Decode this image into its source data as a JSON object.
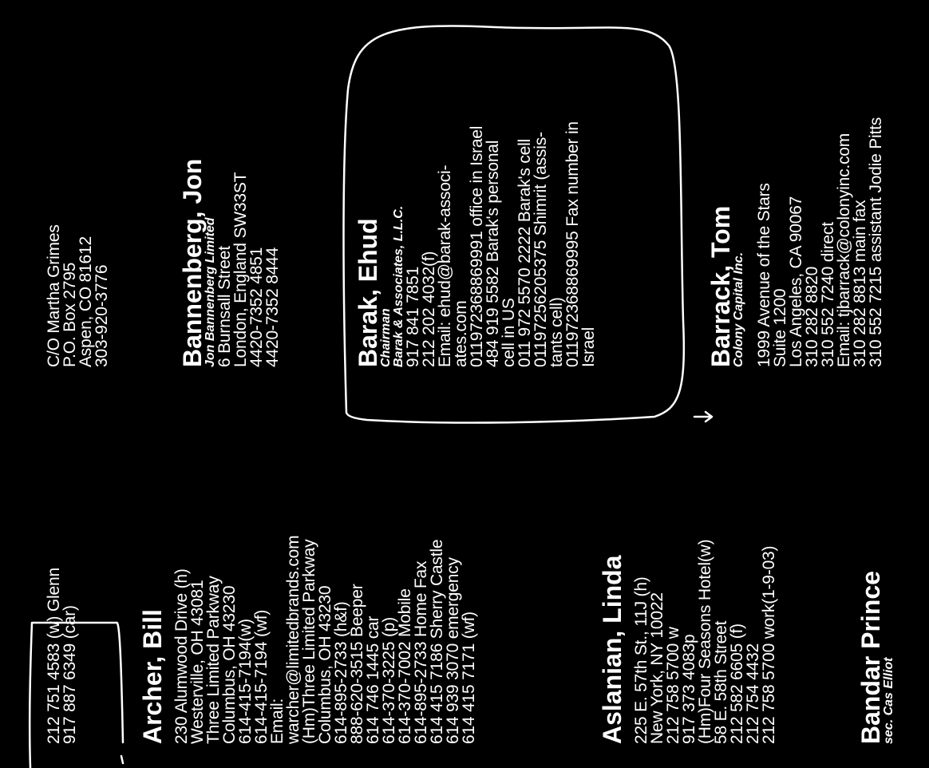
{
  "col1": {
    "top_lines": [
      "212 751 4583 (w) Glenn",
      "917 887 6349 (car)"
    ],
    "archer": {
      "name": "Archer, Bill",
      "lines": [
        "230 Alumwood Drive (h)",
        "Westerville, OH 43081",
        "Three Limited Parkway",
        "Columbus, OH 43230",
        "614-415-7194(w)",
        "614-415-7194 (wf)",
        "Email:",
        "warcher@limitedbrands.com",
        "(Hm)Three Limited Parkway",
        "Columbus, OH 43230",
        "614-895-2733 (h&f)",
        "888-620-3515 Beeper",
        "614 746 1445 car",
        "614-370-3225 (p)",
        "614-370-7002 Mobile",
        "614-895-2733 Home Fax",
        "614 415 7186 Sherry Castle",
        "614 939 3070 emergency",
        "614 415 7171 (wf)"
      ]
    },
    "aslanian": {
      "name": "Aslanian, Linda",
      "lines": [
        "225 E. 57th St., 11J (h)",
        "New York, NY 10022",
        "212 758 5700 w",
        "917 373 4083p",
        "(Hm)Four Seasons Hotel(w)",
        "58 E. 58th Street",
        "212 582 6605 (f)",
        "212 754 4432",
        "212 758 5700 work(1-9-03)"
      ]
    },
    "bandar": {
      "name": "Bandar Prince",
      "sub": "sec. Cas Elliot"
    }
  },
  "col2": {
    "top_lines": [
      "C/O Martha Grimes",
      "P.O. Box 2795",
      "Aspen, CO 81612",
      "303-920-3776"
    ],
    "bannenberg": {
      "name": "Bannenberg, Jon",
      "sub": "Jon Bannenberg Limited",
      "lines": [
        "6 Burnsall Street",
        "London, England SW33ST",
        "4420-7352 4851",
        "4420-7352 8444"
      ]
    },
    "barak": {
      "name": "Barak, Ehud",
      "sub1": "Chairman",
      "sub2": "Barak & Associates, L.L.C.",
      "lines": [
        "917 841 7851",
        "212 202 4032(f)",
        "Email: ehud@barak-associ-",
        "ates.com",
        "011972368869991 office in Israel",
        "484 919 5582 Barak's personal",
        "cell in US",
        "011 972 5570 2222 Barak's cell",
        "011972562053​75 Shimrit (assis-",
        "tants cell)",
        "011972368869995 Fax number in",
        "Israel"
      ]
    },
    "barrack": {
      "name": "Barrack, Tom",
      "sub": "Colony Capital Inc.",
      "lines": [
        "1999 Avenue of the Stars",
        "Suite 1200",
        "Los Angeles, CA 90067",
        "310 282 8820",
        "310 552 7240 direct",
        "Email: tjbarrack@colonyinc.com",
        "310 282 8813 main fax",
        "310 552 7215 assistant Jodie Pitts"
      ]
    }
  }
}
